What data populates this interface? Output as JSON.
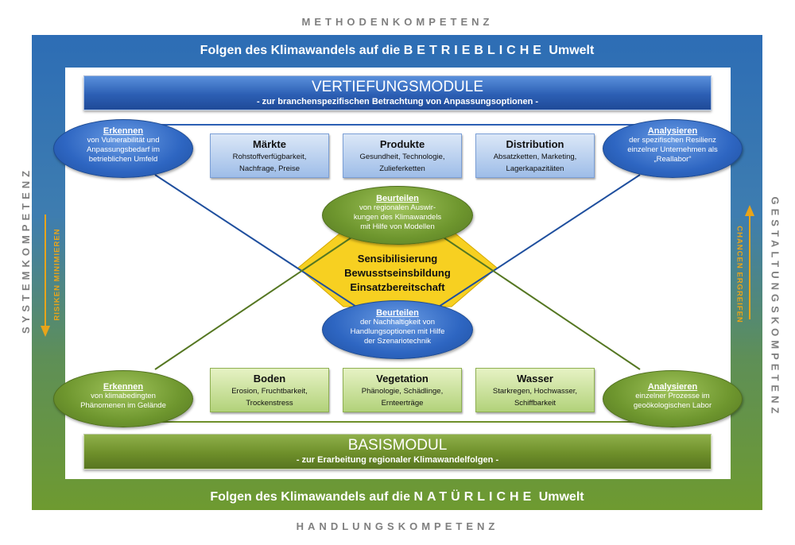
{
  "competences": {
    "top": "METHODENKOMPETENZ",
    "bottom": "HANDLUNGSKOMPETENZ",
    "left": "SYSTEMKOMPETENZ",
    "right": "GESTALTUNGSKOMPETENZ"
  },
  "band_top": {
    "prefix": "Folgen des Klimawandels auf die",
    "spaced": "BETRIEBLICHE",
    "suffix": "Umwelt"
  },
  "band_bottom": {
    "prefix": "Folgen des Klimawandels auf die",
    "spaced": "NATÜRLICHE",
    "suffix": "Umwelt"
  },
  "vertiefung": {
    "title": "VERTIEFUNGSMODULE",
    "subtitle": "- zur branchenspezifischen Betrachtung von Anpassungsoptionen -"
  },
  "basis": {
    "title": "BASISMODUL",
    "subtitle": "- zur Erarbeitung regionaler Klimawandelfolgen -"
  },
  "blue_boxes": [
    {
      "title": "Märkte",
      "line1": "Rohstoffverfügbarkeit,",
      "line2": "Nachfrage, Preise"
    },
    {
      "title": "Produkte",
      "line1": "Gesundheit, Technologie,",
      "line2": "Zulieferketten"
    },
    {
      "title": "Distribution",
      "line1": "Absatzketten, Marketing,",
      "line2": "Lagerkapazitäten"
    }
  ],
  "green_boxes": [
    {
      "title": "Boden",
      "line1": "Erosion, Fruchtbarkeit,",
      "line2": "Trockenstress"
    },
    {
      "title": "Vegetation",
      "line1": "Phänologie, Schädlinge,",
      "line2": "Ernteerträge"
    },
    {
      "title": "Wasser",
      "line1": "Starkregen, Hochwasser,",
      "line2": "Schiffbarkeit"
    }
  ],
  "ellipses": {
    "top_left": {
      "title": "Erkennen",
      "lines": [
        "von Vulnerabilität und",
        "Anpassungsbedarf im",
        "betrieblichen Umfeld"
      ]
    },
    "top_right": {
      "title": "Analysieren",
      "lines": [
        "der spezifischen Resilienz",
        "einzelner Unternehmen als",
        "„Reallabor“"
      ]
    },
    "center_top": {
      "title": "Beurteilen",
      "lines": [
        "von regionalen Auswir-",
        "kungen des Klimawandels",
        "mit Hilfe von Modellen"
      ]
    },
    "center_bottom": {
      "title": "Beurteilen",
      "lines": [
        "der Nachhaltigkeit von",
        "Handlungsoptionen mit Hilfe",
        "der Szenariotechnik"
      ]
    },
    "bottom_left": {
      "title": "Erkennen",
      "lines": [
        "von klimabedingten",
        "Phänomenen im Gelände"
      ]
    },
    "bottom_right": {
      "title": "Analysieren",
      "lines": [
        "einzelner Prozesse im",
        "geoökologischen Labor"
      ]
    }
  },
  "center": {
    "lines": [
      "Sensibilisierung",
      "Bewusstseinsbildung",
      "Einsatzbereitschaft"
    ]
  },
  "left_arrow_text": "RISIKEN MINIMIEREN",
  "right_arrow_text": "CHANCEN ERGREIFEN",
  "colors": {
    "blue": "#2c5fb4",
    "green": "#6e8f2a",
    "diamond": "#f7d021",
    "arrow": "#e8a41a",
    "label_grey": "#7f7f7f"
  }
}
